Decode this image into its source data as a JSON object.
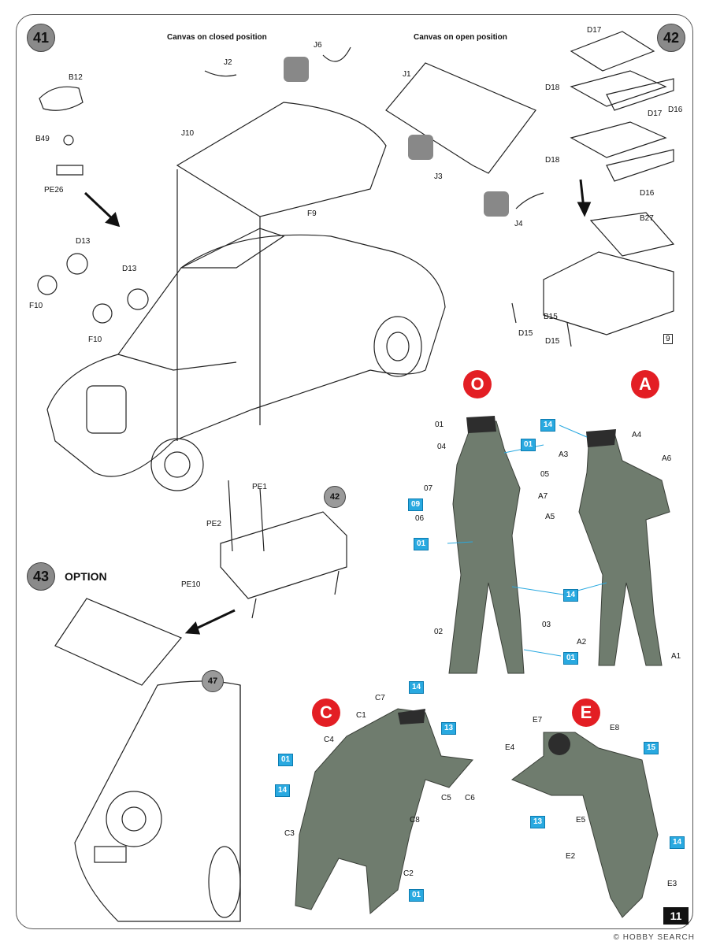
{
  "page": {
    "number": "11",
    "watermark": "© HOBBY SEARCH"
  },
  "steps": {
    "s41": "41",
    "s42": "42",
    "s43": "43",
    "s42b": "42",
    "s47": "47",
    "option": "OPTION"
  },
  "captions": {
    "closed": "Canvas on closed position",
    "open": "Canvas on open position"
  },
  "parts": {
    "B12": "B12",
    "B49": "B49",
    "PE26": "PE26",
    "D13a": "D13",
    "D13b": "D13",
    "F10a": "F10",
    "F10b": "F10",
    "J10": "J10",
    "J2": "J2",
    "J6": "J6",
    "J1": "J1",
    "J3": "J3",
    "J4": "J4",
    "F9": "F9",
    "D17a": "D17",
    "D17b": "D17",
    "D18a": "D18",
    "D18b": "D18",
    "D16a": "D16",
    "D16b": "D16",
    "B27": "B27",
    "B15": "B15",
    "D15a": "D15",
    "D15b": "D15",
    "n9": "9",
    "PE1": "PE1",
    "PE2": "PE2",
    "PE10": "PE10"
  },
  "figures": {
    "O": {
      "badge": "O",
      "labels": [
        "01",
        "04",
        "07",
        "09",
        "06",
        "01",
        "02",
        "05",
        "03",
        "14",
        "01",
        "01",
        "14"
      ]
    },
    "A": {
      "badge": "A",
      "labels": [
        "A4",
        "A3",
        "A6",
        "A7",
        "A5",
        "A2",
        "A1"
      ]
    },
    "C": {
      "badge": "C",
      "labels": [
        "C7",
        "14",
        "C1",
        "13",
        "C4",
        "01",
        "14",
        "C5",
        "C6",
        "C3",
        "C8",
        "C2",
        "01"
      ]
    },
    "E": {
      "badge": "E",
      "labels": [
        "E7",
        "E8",
        "15",
        "E4",
        "E5",
        "13",
        "E2",
        "14",
        "E3"
      ]
    }
  }
}
